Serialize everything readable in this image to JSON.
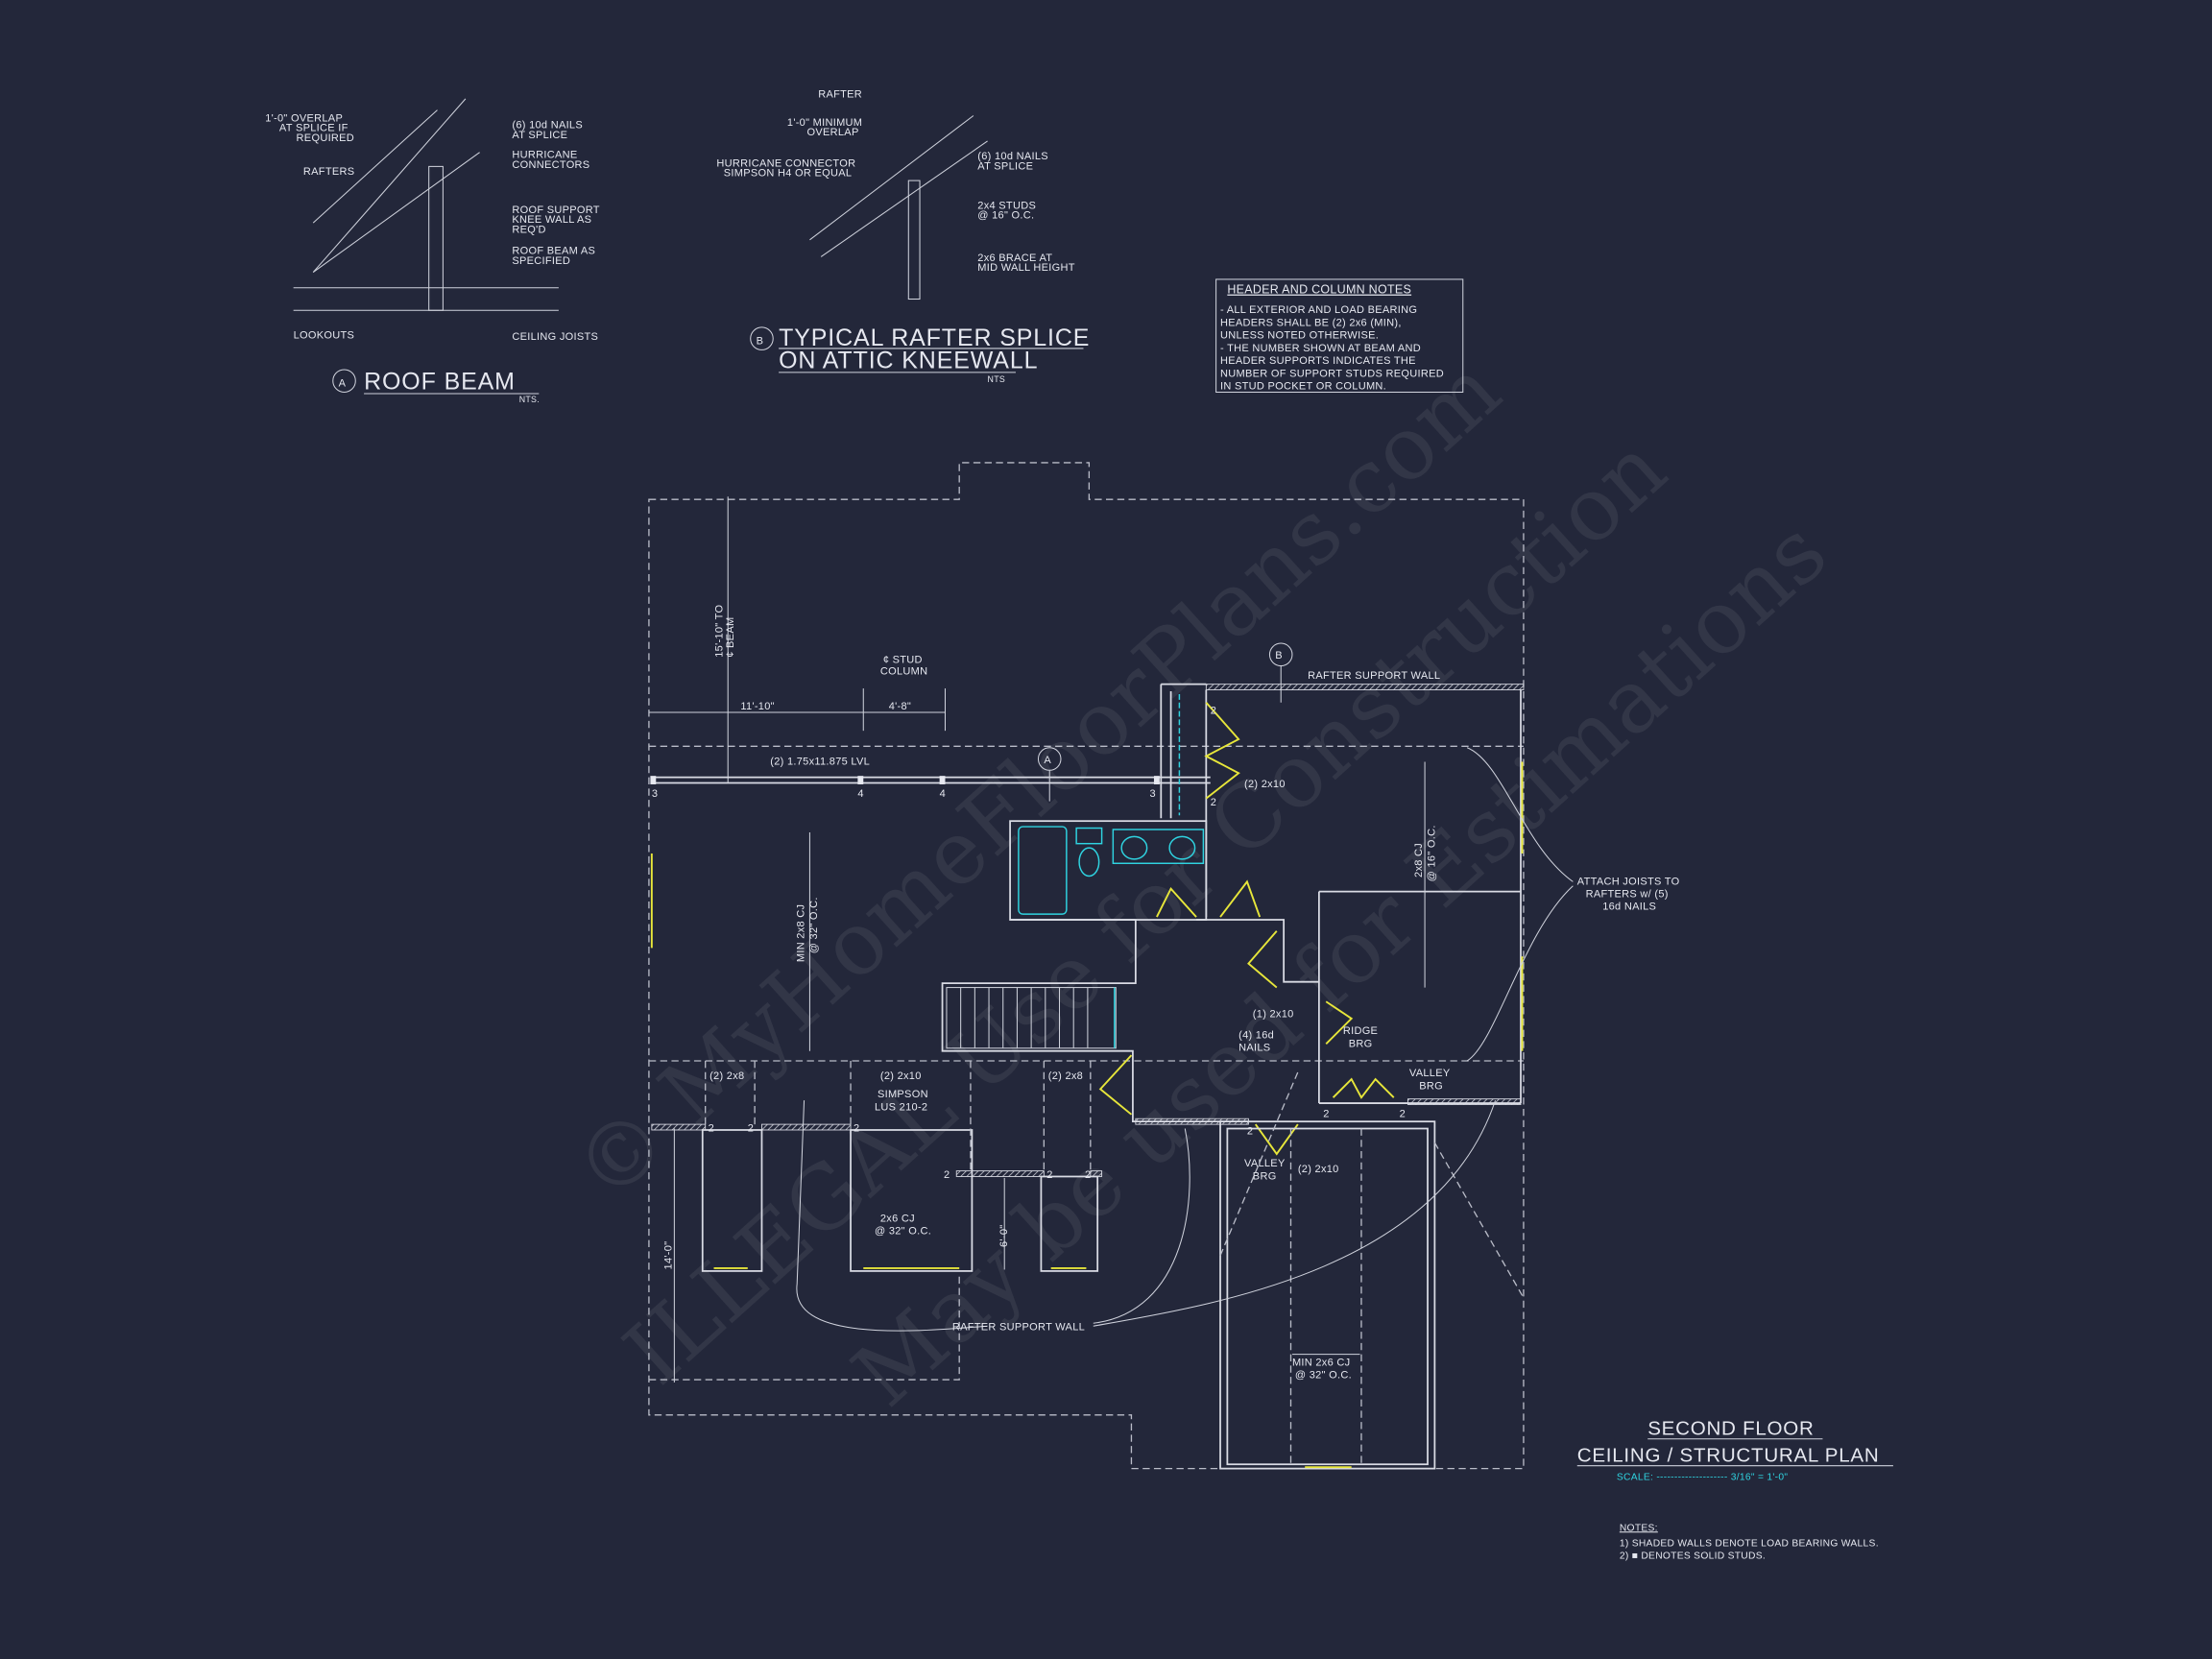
{
  "watermark": {
    "line1": "© MyHomeFloorPlans.com",
    "line2": "ILLEGAL Use for Construction",
    "line3": "May be used for Estimations"
  },
  "detail_a": {
    "marker": "A",
    "title": "ROOF BEAM",
    "scale": "NTS.",
    "labels": {
      "overlap": [
        "1'-0\" OVERLAP",
        "AT SPLICE IF",
        "REQUIRED"
      ],
      "nails": [
        "(6) 10d NAILS",
        "AT SPLICE"
      ],
      "hurricane": [
        "HURRICANE",
        "CONNECTORS"
      ],
      "rafters": "RAFTERS",
      "knee_wall": [
        "ROOF SUPPORT",
        "KNEE WALL AS",
        "REQ'D"
      ],
      "roof_beam": [
        "ROOF BEAM AS",
        "SPECIFIED"
      ],
      "lookouts": "LOOKOUTS",
      "ceiling_joists": "CEILING JOISTS"
    }
  },
  "detail_b": {
    "marker": "B",
    "title_line1": "TYPICAL RAFTER SPLICE",
    "title_line2": "ON ATTIC KNEEWALL",
    "scale": "NTS",
    "labels": {
      "rafter": "RAFTER",
      "overlap": [
        "1'-0\" MINIMUM",
        "OVERLAP"
      ],
      "hurricane": [
        "HURRICANE CONNECTOR",
        "SIMPSON H4 OR EQUAL"
      ],
      "nails": [
        "(6) 10d NAILS",
        "AT SPLICE"
      ],
      "studs": [
        "2x4 STUDS",
        "@ 16\" O.C."
      ],
      "brace": [
        "2x6 BRACE AT",
        "MID WALL HEIGHT"
      ]
    }
  },
  "header_notes": {
    "title": "HEADER AND COLUMN NOTES",
    "lines": [
      "- ALL EXTERIOR AND LOAD BEARING",
      "HEADERS SHALL BE (2) 2x6 (MIN),",
      "UNLESS NOTED OTHERWISE.",
      "- THE NUMBER SHOWN AT BEAM AND",
      "HEADER SUPPORTS INDICATES THE",
      "NUMBER OF SUPPORT STUDS REQUIRED",
      "IN STUD POCKET OR COLUMN."
    ]
  },
  "plan": {
    "dim_beam": "15'-10\" TO",
    "dim_beam2": "¢ BEAM",
    "stud_column": [
      "¢ STUD",
      "COLUMN"
    ],
    "dim_11_10": "11'-10\"",
    "dim_4_8": "4'-8\"",
    "lvl": "(2) 1.75x11.875 LVL",
    "section_a": "A",
    "section_b": "B",
    "rafter_support_wall_top": "RAFTER SUPPORT WALL",
    "rafter_support_wall_bottom": "RAFTER SUPPORT WALL",
    "header_2x10_top": "(2) 2x10",
    "cj_2x8_16": [
      "2x8 CJ",
      "@ 16\" O.C."
    ],
    "cj_min_2x8_32": [
      "MIN 2x8 CJ",
      "@ 32\" O.C."
    ],
    "attach_joists": [
      "ATTACH JOISTS TO",
      "RAFTERS w/ (5)",
      "16d NAILS"
    ],
    "one_2x10": "(1) 2x10",
    "nails_16d": [
      "(4) 16d",
      "NAILS"
    ],
    "ridge_brg": [
      "RIDGE",
      "BRG"
    ],
    "valley_brg_right": [
      "VALLEY",
      "BRG"
    ],
    "valley_brg_left": [
      "VALLEY",
      "BRG"
    ],
    "header_2x10_bottom": "(2) 2x10",
    "header_2x8_left": "(2) 2x8",
    "header_2x10_mid": "(2) 2x10",
    "simpson": [
      "SIMPSON",
      "LUS 210-2"
    ],
    "header_2x8_right": "(2) 2x8",
    "cj_2x6_32": [
      "2x6 CJ",
      "@ 32\" O.C."
    ],
    "dim_6_0": "6'-0\"",
    "dim_14_0": "14'-0\"",
    "cj_min_2x6_32": [
      "MIN 2x6 CJ",
      "@ 32\" O.C."
    ],
    "stud_counts": [
      "3",
      "4",
      "4",
      "3",
      "2",
      "2",
      "2",
      "2",
      "2",
      "2",
      "2",
      "2",
      "2",
      "2",
      "2"
    ]
  },
  "title_block": {
    "line1": "SECOND FLOOR",
    "line2": "CEILING / STRUCTURAL PLAN",
    "scale_label": "SCALE: -------------------- 3/16\" = 1'-0\""
  },
  "notes": {
    "title": "NOTES:",
    "items": [
      "1) SHADED WALLS DENOTE LOAD BEARING WALLS.",
      "2) ■ DENOTES SOLID STUDS."
    ]
  },
  "colors": {
    "background": "#23273a",
    "lines": "#d9dbe4",
    "accent_cyan": "#2fd3e0",
    "door_yellow": "#e7e63a"
  }
}
